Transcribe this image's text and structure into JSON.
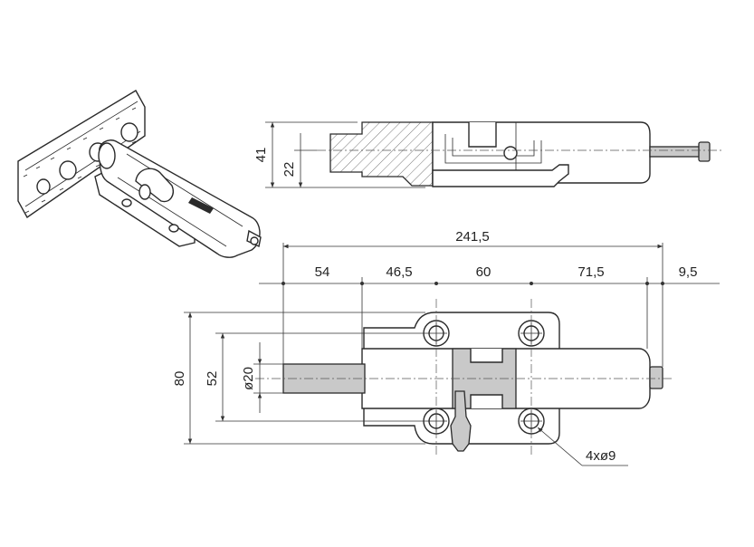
{
  "dimensions": {
    "side_height_outer": "41",
    "side_height_inner": "22",
    "overall_length": "241,5",
    "seg_1": "54",
    "seg_2": "46,5",
    "seg_3": "60",
    "seg_4": "71,5",
    "seg_5": "9,5",
    "plan_height_outer": "80",
    "plan_height_holes": "52",
    "pin_diameter": "ø20",
    "holes_callout": "4xø9"
  },
  "colors": {
    "line": "#2a2a2a",
    "pin_fill": "#c9c9c9",
    "background": "#ffffff"
  }
}
